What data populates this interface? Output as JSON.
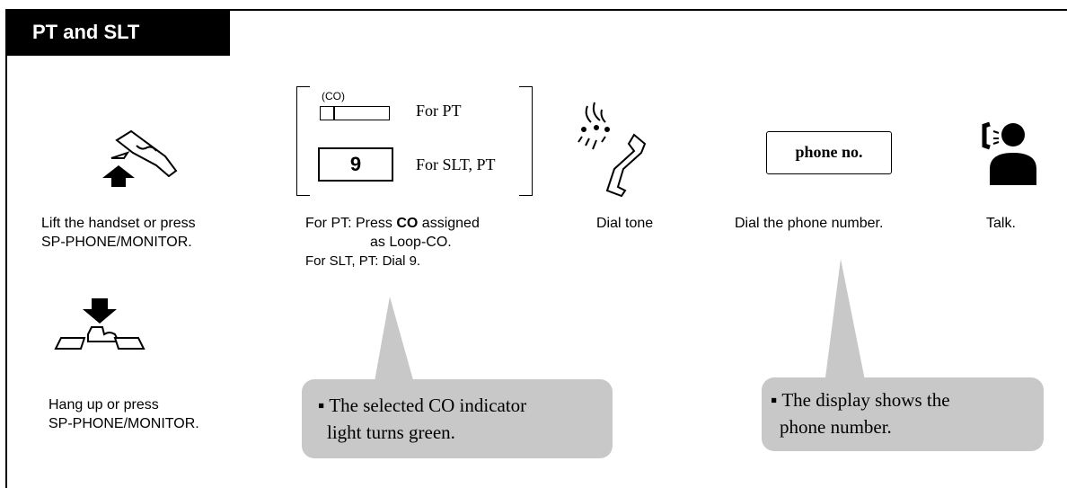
{
  "section_title": "PT and SLT",
  "steps": {
    "lift": {
      "text1": "Lift the handset or press",
      "text2": "SP-PHONE/MONITOR."
    },
    "co": {
      "co_tag": "(CO)",
      "for_pt": "For PT",
      "key_9": "9",
      "for_slt_pt": "For SLT, PT",
      "caption1_prefix": "For PT: Press ",
      "caption1_bold": "CO",
      "caption1_suffix": " assigned",
      "caption2": "as Loop-CO.",
      "caption3": "For SLT, PT: Dial 9."
    },
    "dial_tone": {
      "text": "Dial tone"
    },
    "dial": {
      "display": "phone no.",
      "text": "Dial the phone number."
    },
    "talk": {
      "text": "Talk."
    },
    "hangup": {
      "text1": "Hang up or press",
      "text2": "SP-PHONE/MONITOR."
    }
  },
  "callouts": {
    "left": {
      "line1": "The selected CO indicator",
      "line2": "light turns green."
    },
    "right": {
      "line1": "The display shows the",
      "line2": "phone number."
    }
  },
  "colors": {
    "callout_bg": "#c8c8c8",
    "header_bg": "#000000"
  }
}
